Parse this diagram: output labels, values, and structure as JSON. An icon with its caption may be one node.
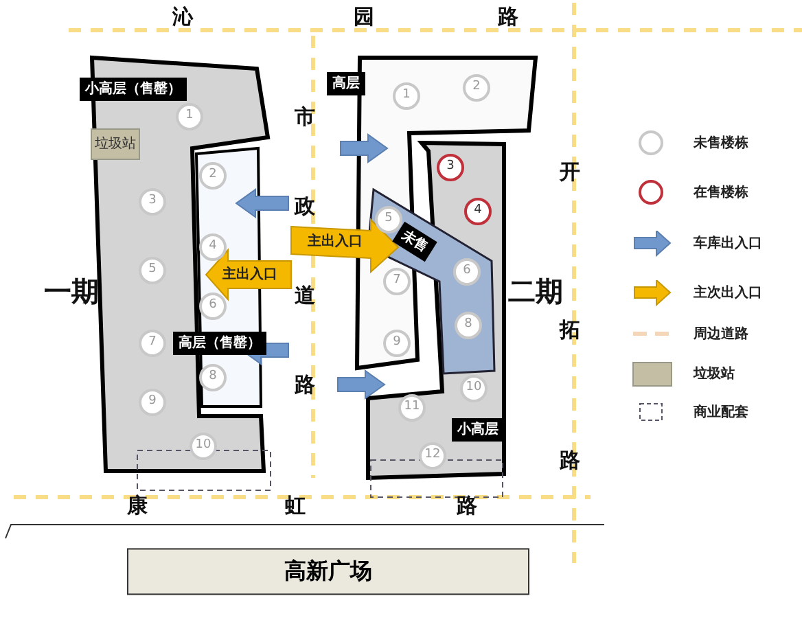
{
  "diagram": {
    "labels": [
      "沁",
      "园",
      "路",
      "小高层（售罄）",
      "高层",
      "1",
      "1",
      "2",
      "垃圾站",
      "市",
      "2",
      "3",
      "开",
      "3",
      "4",
      "政",
      "主出入口",
      "4",
      "5",
      "未售",
      "主出入口",
      "一期",
      "5",
      "6",
      "6",
      "二期",
      "7",
      "道",
      "拓",
      "高层（售罄）",
      "7",
      "8",
      "8",
      "9",
      "路",
      "9",
      "11",
      "10",
      "10",
      "小高层",
      "12",
      "路",
      "康",
      "虹",
      "路",
      "高新广场"
    ],
    "legend": [
      {
        "text": "未售楼栋"
      },
      {
        "text": "在售楼栋"
      },
      {
        "text": "车库出入口"
      },
      {
        "text": "主次出入口"
      },
      {
        "text": "周边道路"
      },
      {
        "text": "垃圾站",
        "color": "#c4bea4"
      },
      {
        "text": "商业配套"
      }
    ]
  }
}
